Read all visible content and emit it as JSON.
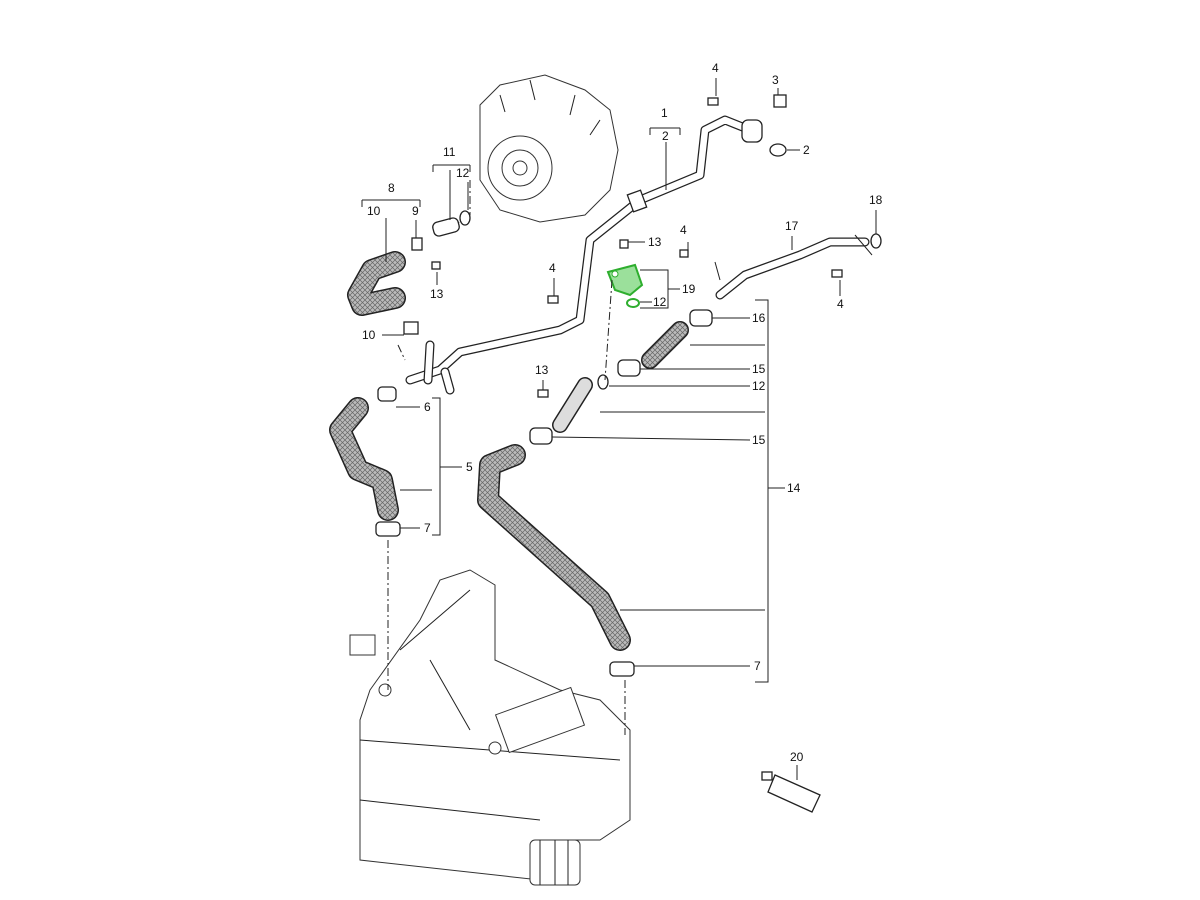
{
  "diagram": {
    "title_hidden": null,
    "highlight_color": "#2eae2e",
    "callouts": {
      "c4a": "4",
      "c3": "3",
      "c1": "1",
      "c2a": "2",
      "c2b": "2",
      "c11": "11",
      "c12a": "12",
      "c8": "8",
      "c10a": "10",
      "c9": "9",
      "c13a": "13",
      "c13b": "13",
      "c4b": "4",
      "c17": "17",
      "c18": "18",
      "c4c": "4",
      "c19": "19",
      "c12b": "12",
      "c4d": "4",
      "c16": "16",
      "c10b": "10",
      "c15a": "15",
      "c13c": "13",
      "c12c": "12",
      "c15b": "15",
      "c6": "6",
      "c5": "5",
      "c14": "14",
      "c7a": "7",
      "c7b": "7",
      "c20": "20"
    }
  }
}
